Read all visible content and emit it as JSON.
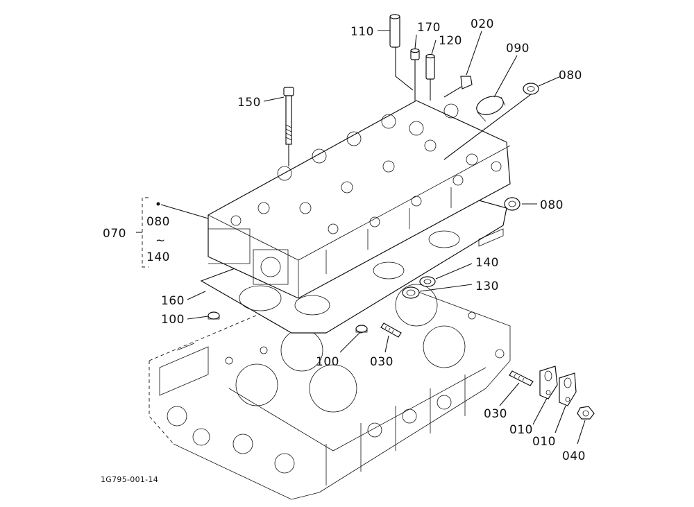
{
  "diagram": {
    "figure_code": "1G795-001-14",
    "callouts": {
      "c110": "110",
      "c170": "170",
      "c120": "120",
      "c020": "020",
      "c090": "090",
      "c080_top": "080",
      "c150": "150",
      "c080_right": "080",
      "c070": "070",
      "c080_group": "080",
      "c_range_tilde": "~",
      "c140_group": "140",
      "c140": "140",
      "c130": "130",
      "c160": "160",
      "c100_left": "100",
      "c100_mid": "100",
      "c030_mid": "030",
      "c030_right": "030",
      "c010_a": "010",
      "c010_b": "010",
      "c040": "040"
    }
  }
}
